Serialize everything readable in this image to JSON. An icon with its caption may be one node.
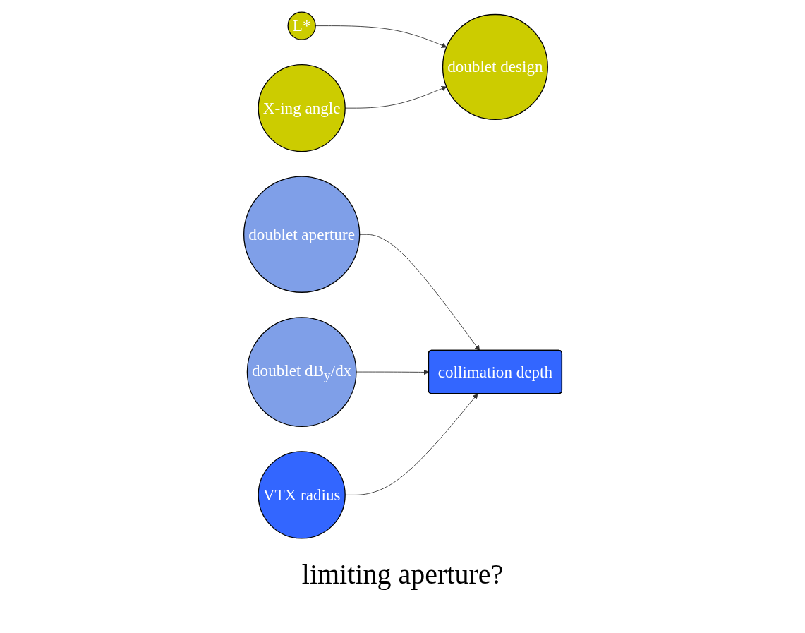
{
  "diagram": {
    "nodes": [
      {
        "text": [
          "L*"
        ]
      },
      {
        "text": [
          "doublet aperture"
        ]
      },
      {
        "text": [
          "doublet design"
        ]
      },
      {
        "text": [
          "collimation depth"
        ]
      },
      {
        "text": [
          "doublet dB$_{y}$/dx"
        ]
      },
      {
        "text": [
          "X-ing angle"
        ]
      },
      {
        "text": [
          "VTX radius"
        ]
      }
    ],
    "edges": [
      {
        "from": 0,
        "to": 2,
        "arrow": "to"
      },
      {
        "from": 5,
        "to": 2,
        "arrow": "to"
      },
      {
        "from": 1,
        "to": 3,
        "arrow": "to"
      },
      {
        "from": 4,
        "to": 3,
        "arrow": "to"
      },
      {
        "from": 6,
        "to": 3,
        "arrow": "to"
      }
    ],
    "labels": [
      "limiting aperture?"
    ]
  }
}
